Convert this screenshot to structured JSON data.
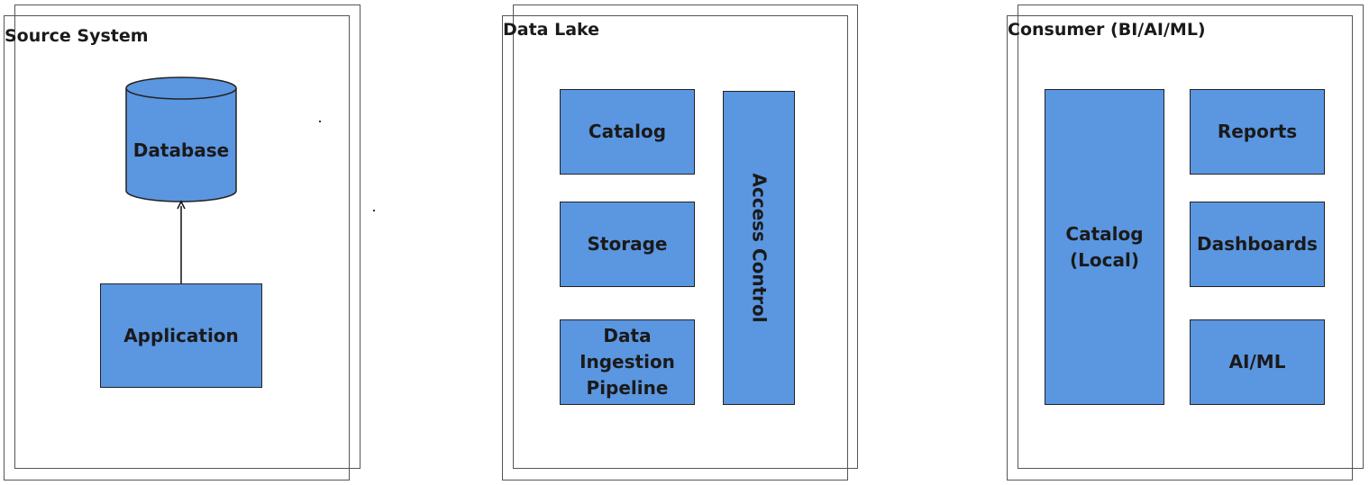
{
  "source_system": {
    "title": "Source System",
    "database_label": "Database",
    "application_label": "Application"
  },
  "data_lake": {
    "title": "Data Lake",
    "catalog_label": "Catalog",
    "storage_label": "Storage",
    "ingestion_label": "Data\nIngestion\nPipeline",
    "access_control_label": "Access Control"
  },
  "consumer": {
    "title": "Consumer (BI/AI/ML)",
    "local_catalog_label": "Catalog\n(Local)",
    "reports_label": "Reports",
    "dashboards_label": "Dashboards",
    "aiml_label": "AI/ML"
  },
  "colors": {
    "box_fill": "#5b96e0",
    "box_stroke": "#222222",
    "frame_stroke": "#555555"
  }
}
